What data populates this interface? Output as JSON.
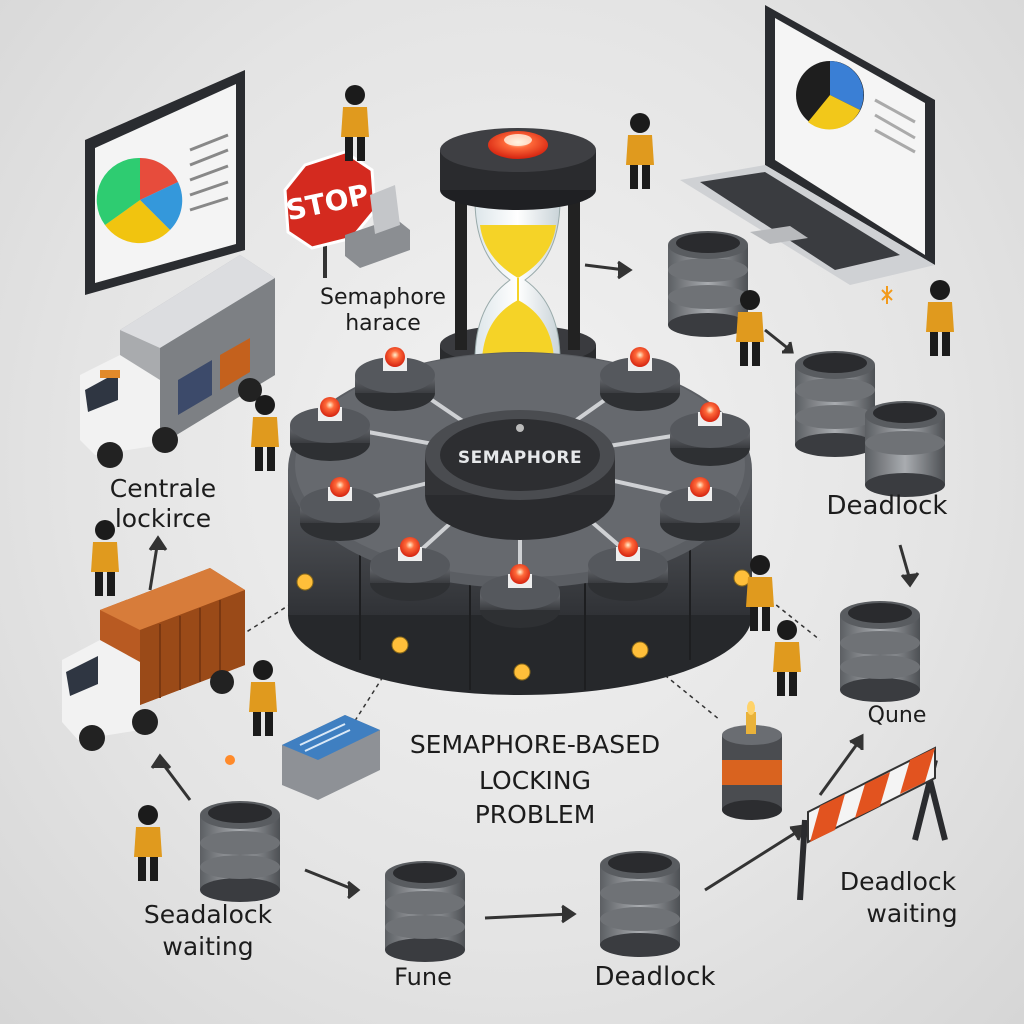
{
  "title": {
    "line1": "SEMAPHORE-BASED",
    "line2": "LOCKING",
    "line3": "PROBLEM"
  },
  "hub_label": "SEMAPHORE",
  "stop_sign": "STOP",
  "labels": {
    "semaphore_line1": "Semaphore",
    "semaphore_line2": "harace",
    "central_line1": "Centrale",
    "central_line2": "lockirce",
    "deadlock_right": "Deadlock",
    "qune": "Qune",
    "deadlock_waiting_line1": "Deadlock",
    "deadlock_waiting_line2": "waiting",
    "seadalock_line1": "Seadalock",
    "seadalock_line2": "waiting",
    "fune": "Fune",
    "deadlock_bottom": "Deadlock"
  },
  "colors": {
    "platform": "#4a4d52",
    "light_red": "#ff3b1f",
    "sand": "#f5d327",
    "worker": "#e09a1e",
    "truck_top": "#c8652a",
    "barrier_stripe": "#e2531f"
  }
}
